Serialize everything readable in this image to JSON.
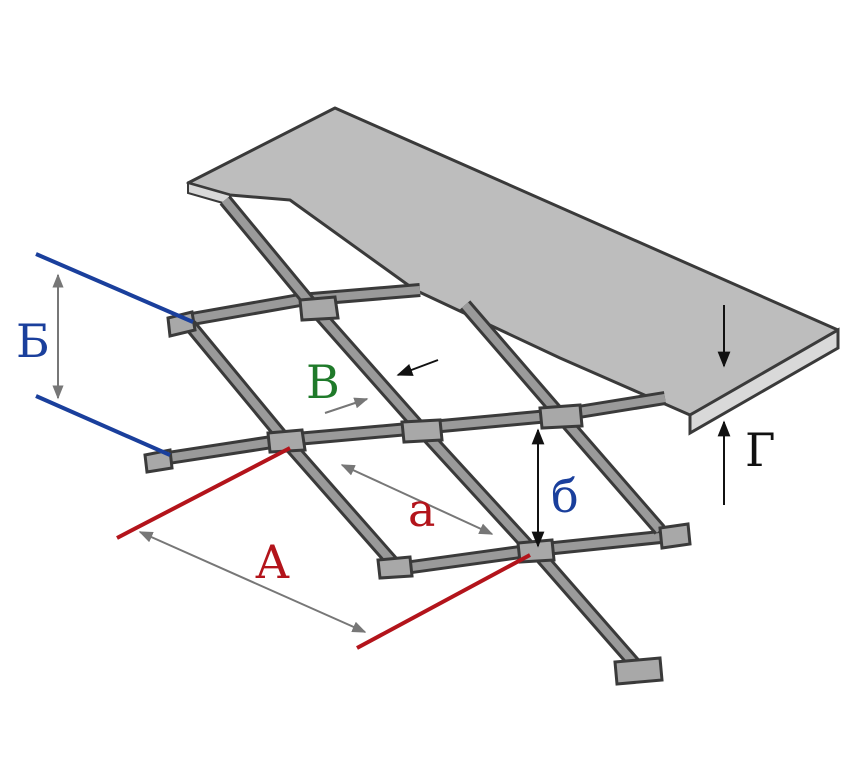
{
  "labels": {
    "A_upper": "А",
    "B_upper": "Б",
    "V_upper": "В",
    "G_upper": "Г",
    "a_lower": "а",
    "b_lower": "б"
  },
  "colors": {
    "red": "#b3141b",
    "blue": "#1a3f9c",
    "green": "#1f7a2a",
    "black": "#111111",
    "sheet_fill": "#bdbdbd",
    "sheet_edge": "#d6d6d6",
    "metal_dark": "#3a3a3a",
    "metal_light": "#9a9a9a",
    "arrow_grey": "#777777"
  }
}
